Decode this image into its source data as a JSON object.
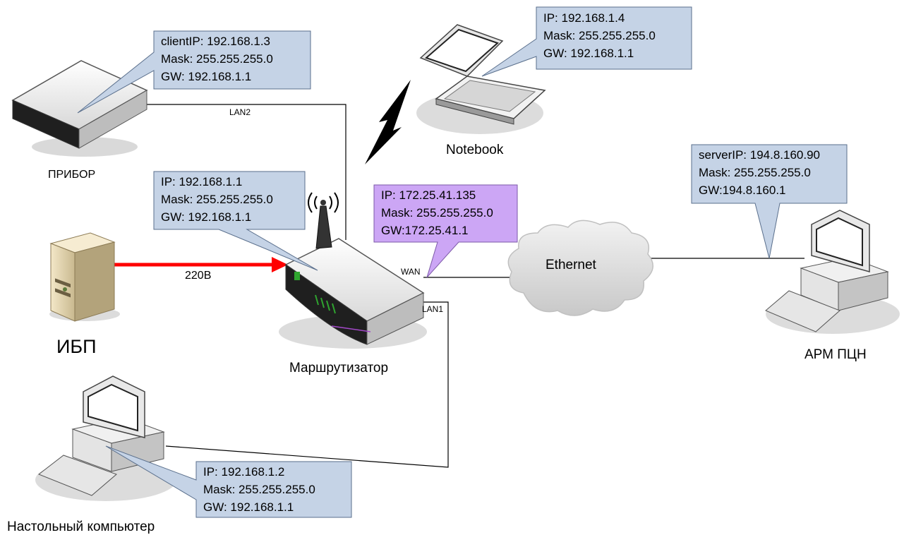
{
  "devices": {
    "pribor": "ПРИБОР",
    "notebook": "Notebook",
    "ups": "ИБП",
    "router": "Маршрутизатор",
    "cloud": "Ethernet",
    "arm": "АРМ ПЦН",
    "desktop": "Настольный компьютер"
  },
  "links": {
    "lan2": "LAN2",
    "lan1": "LAN1",
    "wan": "WAN",
    "power": "220В"
  },
  "callouts": {
    "pribor": [
      "clientIP: 192.168.1.3",
      "Mask: 255.255.255.0",
      "GW: 192.168.1.1"
    ],
    "notebook": [
      "IP: 192.168.1.4",
      "Mask: 255.255.255.0",
      "GW: 192.168.1.1"
    ],
    "router_lan": [
      "IP: 192.168.1.1",
      "Mask: 255.255.255.0",
      "GW: 192.168.1.1"
    ],
    "router_wan": [
      "IP: 172.25.41.135",
      "Mask: 255.255.255.0",
      "GW:172.25.41.1"
    ],
    "server": [
      "serverIP: 194.8.160.90",
      "Mask: 255.255.255.0",
      "GW:194.8.160.1"
    ],
    "desktop": [
      "IP: 192.168.1.2",
      "Mask: 255.255.255.0",
      "GW: 192.168.1.1"
    ]
  },
  "colors": {
    "callout_fill": "#c5d3e6",
    "callout_wan_fill": "#cca6f5",
    "power_line": "#ff0000",
    "power_label": "#e00000"
  }
}
